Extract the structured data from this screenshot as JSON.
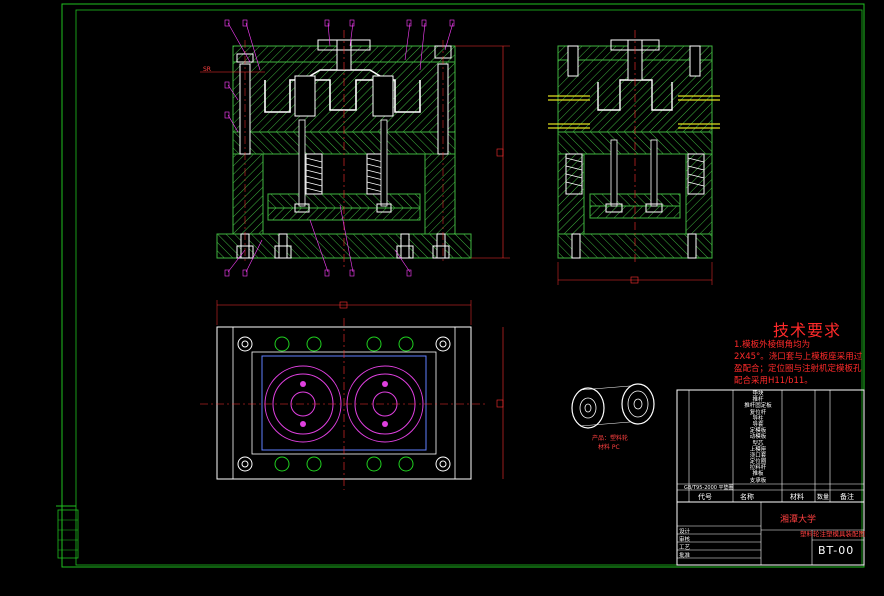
{
  "technical_requirements": {
    "title": "技术要求",
    "items": [
      "1.模板外棱倒角均为",
      "2X45°。浇口套与上模板座采用过",
      "盈配合；定位圈与注射机定模板孔",
      "配合采用H11/b11。"
    ]
  },
  "part_label": {
    "line1": "产品：塑料轮",
    "line2": "材料 PC"
  },
  "title_block": {
    "standard_label": "GB/T95-2000 平垫圈",
    "header": {
      "code": "代号",
      "name": "名称",
      "material": "材料",
      "qty": "数量",
      "remark": "备注"
    },
    "part_names": [
      "垫块",
      "推杆",
      "推杆固定板",
      "复位杆",
      "导柱",
      "导套",
      "定模板",
      "动模板",
      "型芯",
      "上模座",
      "浇口套",
      "定位圈",
      "拉料杆",
      "推板",
      "支承板"
    ],
    "company": "湘潭大学",
    "drawing_title": "塑料轮注塑模具装配图",
    "drawing_number": "BT-00",
    "bottom_labels": [
      "设计",
      "审核",
      "工艺",
      "批准"
    ]
  },
  "dimension_markers": {
    "right_height": "图",
    "side_width": "图",
    "top_width": "图",
    "plan_height": "图",
    "sprue_label": "SR"
  }
}
